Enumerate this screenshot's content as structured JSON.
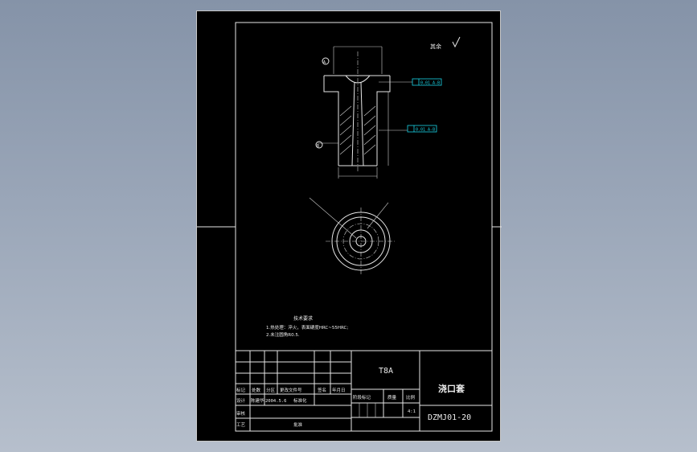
{
  "drawing": {
    "material": "T8A",
    "part_name": "浇口套",
    "drawing_number": "DZMJ01-20",
    "scale": "4:1",
    "roughness_note": "其余",
    "tech_requirements": {
      "title": "技术要求",
      "items": [
        "1.热处理：淬火，表面硬度HRC~55HRC;",
        "2.未注圆角R0.5."
      ]
    },
    "title_block": {
      "labels": {
        "mark": "标记",
        "count": "处数",
        "zone": "分区",
        "change_doc": "更改文件号",
        "sign": "签名",
        "date": "年月日",
        "design": "设计",
        "standardize": "标准化",
        "stage_mark": "阶段标记",
        "weight": "质量",
        "ratio": "比例",
        "review": "审核",
        "process": "工艺",
        "approve": "批准"
      },
      "designer": "陈建华",
      "design_date": "2004.5.6"
    },
    "annotations": {
      "datum_a": "A",
      "datum_b": "B",
      "frame_1": "0.01  A-B",
      "frame_2": "0.01  A-B"
    }
  }
}
